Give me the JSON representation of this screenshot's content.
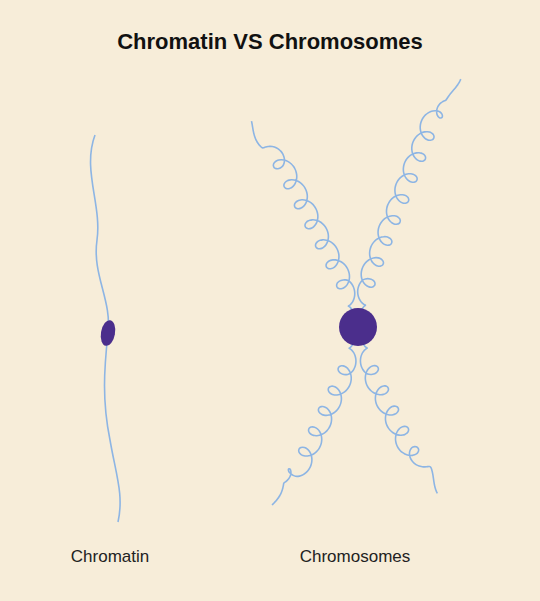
{
  "diagram": {
    "title": "Chromatin VS Chromosomes",
    "labels": [
      "Chromatin",
      "Chromosomes"
    ]
  }
}
